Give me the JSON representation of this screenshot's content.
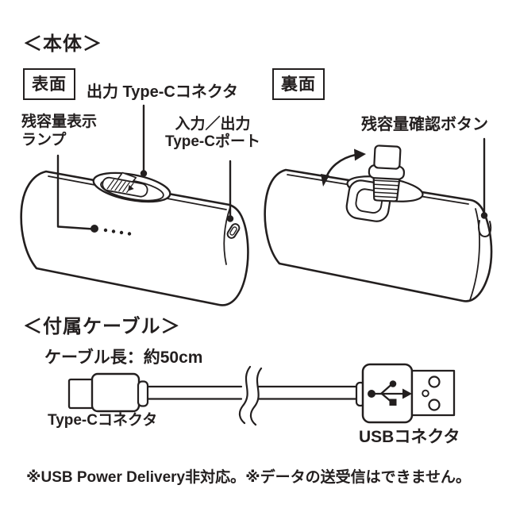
{
  "meta": {
    "ink_color": "#231f1f",
    "background_color": "#ffffff"
  },
  "body_section": {
    "title": "＜本体＞",
    "front": {
      "tag": "表面",
      "output_connector_label": "出力 Type-Cコネクタ",
      "lamp_label_line1": "残容量表示",
      "lamp_label_line2": "ランプ",
      "port_label_line1": "入力／出力",
      "port_label_line2": "Type-Cポート"
    },
    "back": {
      "tag": "裏面",
      "check_button_label": "残容量確認ボタン"
    }
  },
  "cable_section": {
    "title": "＜付属ケーブル＞",
    "cable_length": "ケーブル長：約50cm",
    "typec_connector_label": "Type-Cコネクタ",
    "usb_connector_label": "USBコネクタ"
  },
  "footnote": "※USB Power Delivery非対応。※データの送受信はできません。",
  "icons": {
    "usb_logo": "usb-trident-icon",
    "flip_arrow": "rotate-arrow-icon"
  }
}
